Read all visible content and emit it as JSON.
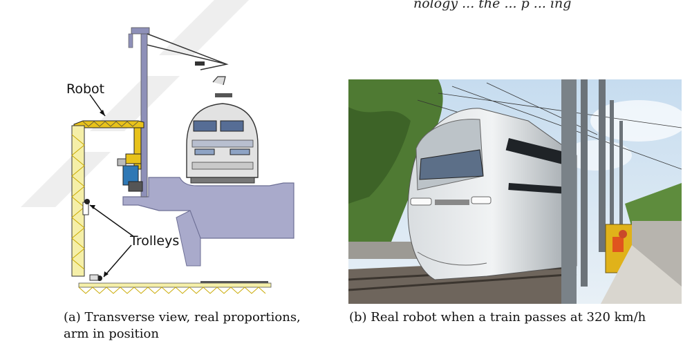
{
  "page": {
    "header_fragment": "nology ... the  ... p  ... ing"
  },
  "figure_a": {
    "label_robot": "Robot",
    "label_trolleys": "Trolleys",
    "caption": "(a) Transverse view, real proportions, arm in position"
  },
  "figure_b": {
    "caption": "(b) Real robot when a train passes at 320 km/h"
  },
  "colors": {
    "structure": "#a9aacb",
    "robot_yellow": "#e8c21a",
    "mast": "#8e90b8",
    "sky": "#c6dcef",
    "foliage": "#4f7a33"
  }
}
